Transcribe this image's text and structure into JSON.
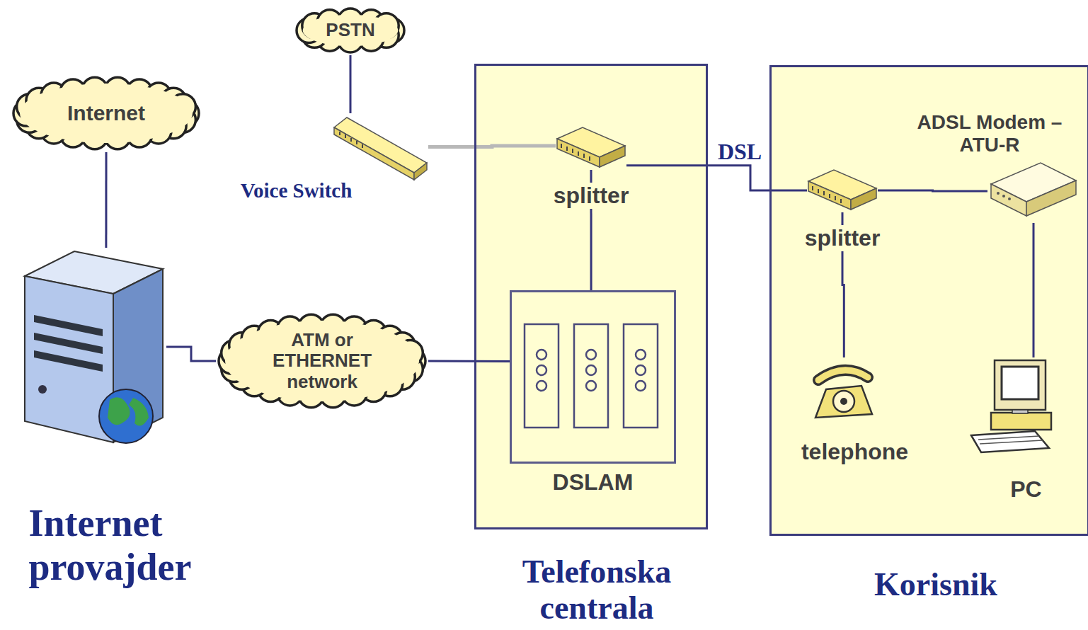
{
  "diagram": {
    "nodes": [
      {
        "text": [
          "Internet"
        ]
      },
      {
        "text": [
          "PSTN"
        ]
      },
      {
        "text": [
          "Voice Switch"
        ]
      },
      {
        "text": [
          "Telefonska centrala"
        ]
      },
      {
        "text": [
          "splitter"
        ],
        "in": 3
      },
      {
        "text": [
          "DSLAM"
        ],
        "in": 3
      },
      {
        "text": [
          "Korisnik"
        ]
      },
      {
        "text": [
          "splitter"
        ],
        "in": 6
      },
      {
        "text": [
          "ADSL Modem – ATU-R"
        ],
        "in": 6
      },
      {
        "text": [
          "telephone"
        ],
        "in": 6
      },
      {
        "text": [
          "PC"
        ],
        "in": 6
      },
      {
        "text": [
          "Internet provajder"
        ]
      },
      {
        "text": [
          "ATM or ETHERNET network"
        ]
      }
    ],
    "edges": [
      {
        "from": 0,
        "to": 11,
        "arrow": "none"
      },
      {
        "from": 1,
        "to": 2,
        "arrow": "none"
      },
      {
        "from": 2,
        "to": 4,
        "arrow": "none"
      },
      {
        "from": 4,
        "to": 5,
        "arrow": "none"
      },
      {
        "from": 4,
        "to": 7,
        "label": "DSL",
        "arrow": "none"
      },
      {
        "from": 7,
        "to": 8,
        "arrow": "none"
      },
      {
        "from": 7,
        "to": 9,
        "arrow": "none"
      },
      {
        "from": 8,
        "to": 10,
        "arrow": "none"
      },
      {
        "from": 11,
        "to": 12,
        "arrow": "none"
      },
      {
        "from": 12,
        "to": 5,
        "arrow": "none"
      }
    ]
  }
}
